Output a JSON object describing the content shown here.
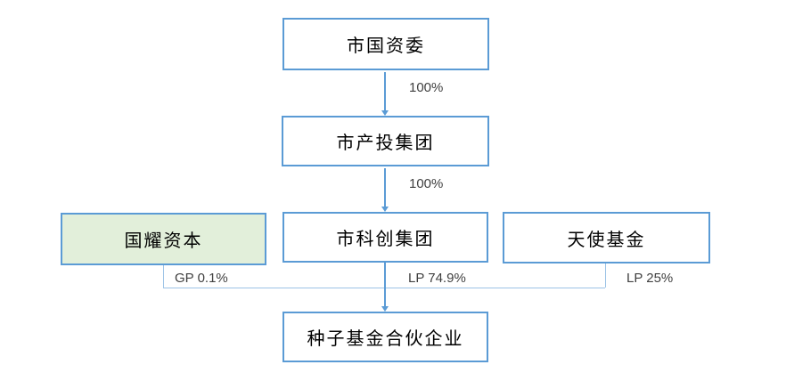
{
  "nodes": {
    "sasac": {
      "label": "市国资委"
    },
    "chantou": {
      "label": "市产投集团"
    },
    "guoyao": {
      "label": "国耀资本"
    },
    "kechuang": {
      "label": "市科创集团"
    },
    "angel": {
      "label": "天使基金"
    },
    "seed": {
      "label": "种子基金合伙企业"
    }
  },
  "edge_labels": {
    "sasac_to_chantou": "100%",
    "chantou_to_kechuang": "100%",
    "guoyao_gp": "GP 0.1%",
    "kechuang_lp": "LP 74.9%",
    "angel_lp": "LP 25%"
  },
  "colors": {
    "box_border": "#5B9BD5",
    "arrow_line": "#5B9BD5",
    "branch_line": "#9DC3E6",
    "green_fill": "#E2EFDA",
    "edge_label_text": "#404040",
    "node_text": "#000000",
    "background": "#FFFFFF"
  }
}
